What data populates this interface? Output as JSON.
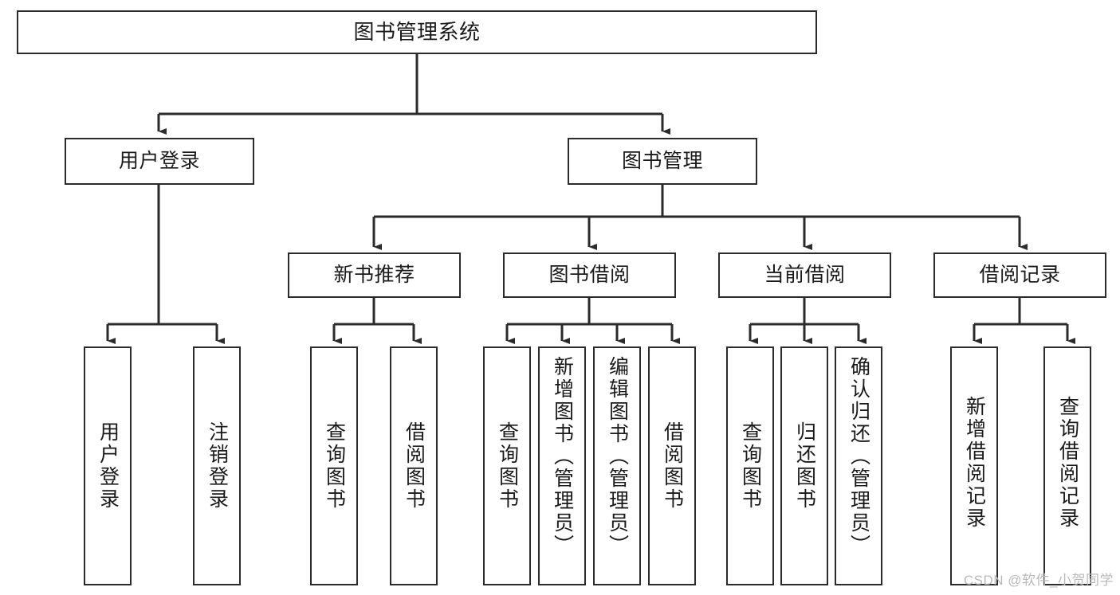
{
  "diagram": {
    "title": "图书管理系统",
    "type": "tree-hierarchy",
    "watermark": "CSDN @软件_小贺同学",
    "colors": {
      "stroke": "#2b2b2b",
      "fill": "#ffffff",
      "text": "#1a1a1a",
      "watermark": "#b9b9b9"
    },
    "levels": {
      "root": {
        "label": "图书管理系统"
      },
      "level2": [
        {
          "id": "user-login",
          "label": "用户登录"
        },
        {
          "id": "book-manage",
          "label": "图书管理"
        }
      ],
      "level3": [
        {
          "id": "new-book-recommend",
          "label": "新书推荐"
        },
        {
          "id": "book-borrow",
          "label": "图书借阅"
        },
        {
          "id": "current-borrow",
          "label": "当前借阅"
        },
        {
          "id": "borrow-record",
          "label": "借阅记录"
        }
      ],
      "leaves": [
        {
          "id": "leaf-user-login",
          "label": "用户登录",
          "parent": "user-login"
        },
        {
          "id": "leaf-logout",
          "label": "注销登录",
          "parent": "user-login"
        },
        {
          "id": "leaf-query-book-1",
          "label": "查询图书",
          "parent": "new-book-recommend"
        },
        {
          "id": "leaf-borrow-book-1",
          "label": "借阅图书",
          "parent": "new-book-recommend"
        },
        {
          "id": "leaf-query-book-2",
          "label": "查询图书",
          "parent": "book-borrow"
        },
        {
          "id": "leaf-add-book",
          "label": "新增图书（管理员）",
          "parent": "book-borrow"
        },
        {
          "id": "leaf-edit-book",
          "label": "编辑图书（管理员）",
          "parent": "book-borrow"
        },
        {
          "id": "leaf-borrow-book-2",
          "label": "借阅图书",
          "parent": "book-borrow"
        },
        {
          "id": "leaf-query-book-3",
          "label": "查询图书",
          "parent": "current-borrow"
        },
        {
          "id": "leaf-return-book",
          "label": "归还图书",
          "parent": "current-borrow"
        },
        {
          "id": "leaf-confirm-return",
          "label": "确认归还（管理员）",
          "parent": "current-borrow"
        },
        {
          "id": "leaf-add-record",
          "label": "新增借阅记录",
          "parent": "borrow-record"
        },
        {
          "id": "leaf-query-record",
          "label": "查询借阅记录",
          "parent": "borrow-record"
        }
      ]
    }
  }
}
